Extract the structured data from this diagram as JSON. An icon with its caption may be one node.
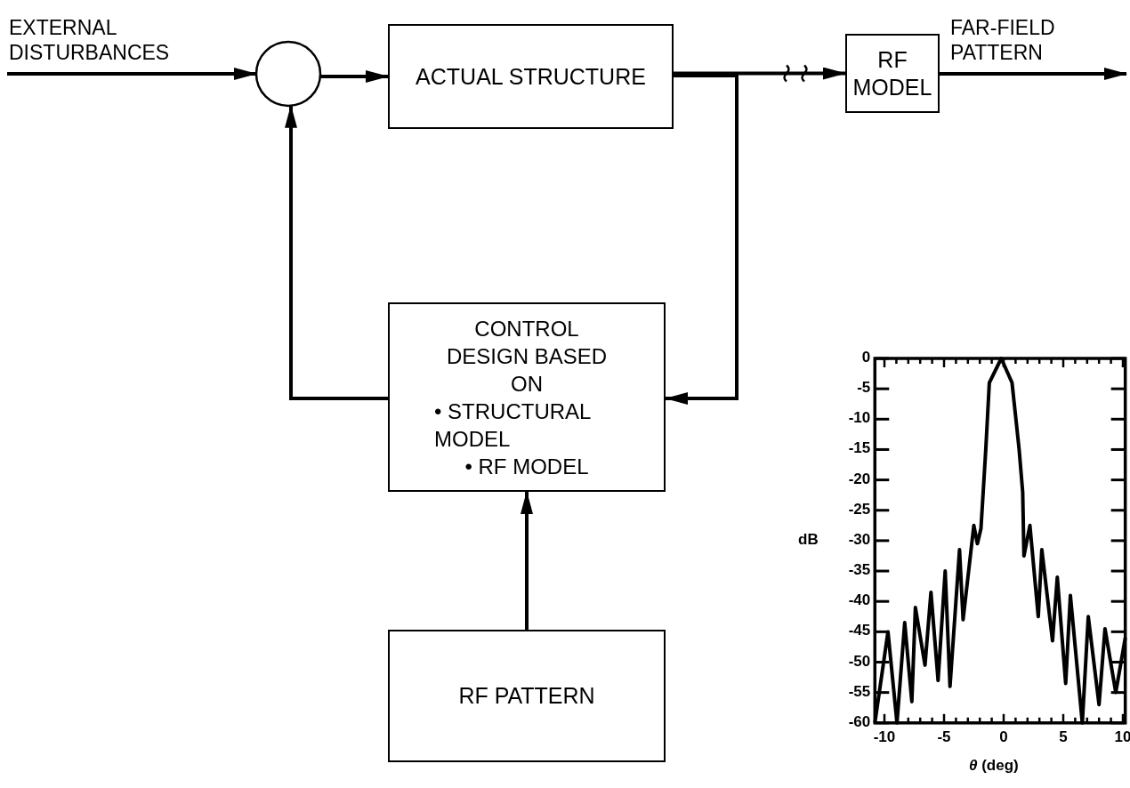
{
  "diagram": {
    "nodes": [
      {
        "text": [],
        "shape": "circle"
      },
      {
        "text": [
          "ACTUAL STRUCTURE"
        ]
      },
      {
        "text": [
          "RF MODEL"
        ]
      },
      {
        "text": [
          "CONTROL DESIGN BASED ON",
          "• STRUCTURAL MODEL",
          "• RF MODEL"
        ]
      },
      {
        "text": [
          "RF PATTERN"
        ]
      }
    ],
    "edges": [
      {
        "from": null,
        "to": 0,
        "arrow": "to",
        "label": "EXTERNAL DISTURBANCES"
      },
      {
        "from": 0,
        "to": 1,
        "arrow": "to"
      },
      {
        "from": 1,
        "to": 2,
        "arrow": "to"
      },
      {
        "from": 1,
        "to": 3,
        "arrow": "to"
      },
      {
        "from": 3,
        "to": 0,
        "arrow": "to"
      },
      {
        "from": 4,
        "to": 3,
        "arrow": "to"
      },
      {
        "from": 2,
        "to": null,
        "arrow": "to",
        "label": "FAR-FIELD PATTERN"
      }
    ],
    "chart_data": {
      "type": "line",
      "xlabel": "*θ* (deg)",
      "ylabel": "dB",
      "x": [
        -10.8,
        -9.7,
        -8.95,
        -8.3,
        -7.7,
        -7.4,
        -6.6,
        -6.1,
        -5.5,
        -4.9,
        -4.5,
        -3.7,
        -3.4,
        -2.5,
        -2.2,
        -1.9,
        -1.5,
        -1.2,
        -0.2,
        0.7,
        1.3,
        1.6,
        1.7,
        2.2,
        2.9,
        3.2,
        4.1,
        4.5,
        5.2,
        5.6,
        6.6,
        7.1,
        8.0,
        8.5,
        9.4,
        10.2
      ],
      "series": [
        {
          "values": [
            -60,
            -45,
            -60,
            -43.5,
            -56.5,
            -41,
            -50.5,
            -38.5,
            -53,
            -35,
            -54,
            -31.5,
            -43,
            -27.5,
            -30.5,
            -28,
            -15,
            -4,
            0,
            -4,
            -15,
            -22,
            -32.5,
            -27.5,
            -42.5,
            -31.5,
            -46.5,
            -36,
            -53.5,
            -39,
            -60,
            -42.5,
            -57,
            -44.5,
            -55,
            -46
          ]
        }
      ],
      "xlim": [
        -10.8,
        10.2
      ],
      "ylim": [
        -60,
        0
      ],
      "xticks": [
        -10,
        -5,
        0,
        5,
        10
      ],
      "yticks": [
        0,
        -5,
        -10,
        -15,
        -20,
        -25,
        -30,
        -35,
        -40,
        -45,
        -50,
        -55,
        -60
      ]
    }
  }
}
